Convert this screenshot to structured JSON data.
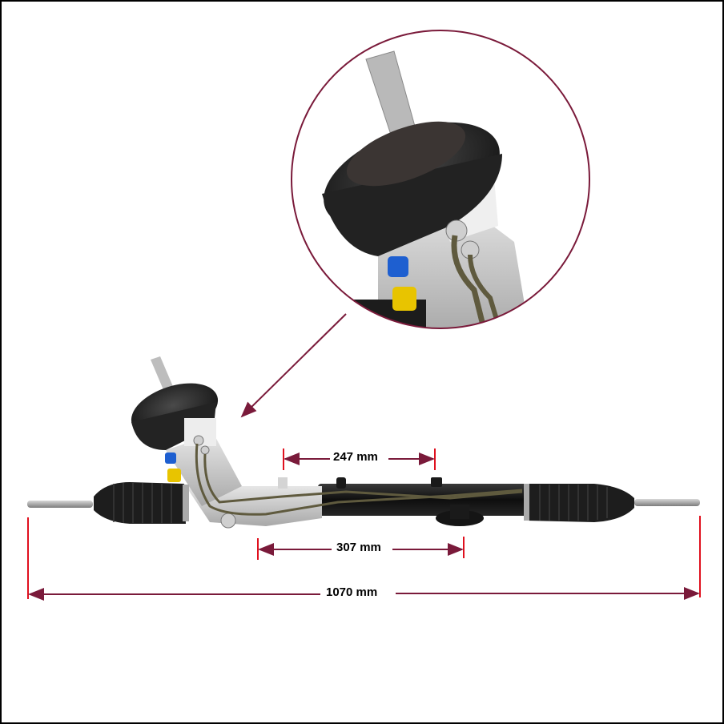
{
  "figure": {
    "subject": "power steering rack",
    "colors": {
      "dimension_line": "#7a1a3a",
      "extension_line": "#e0101e",
      "callout_circle": "#7a1a3a",
      "rubber_boot": "#1f1f1f",
      "aluminium_housing": "#c8c8c8",
      "steel_tube": "#141414",
      "hydraulic_line": "#5f5a3e",
      "blue_cap": "#1e5fd0",
      "yellow_cap": "#e8c400"
    }
  },
  "dimensions": {
    "d247": {
      "label": "247 mm",
      "value": 247,
      "unit": "mm"
    },
    "d307": {
      "label": "307 mm",
      "value": 307,
      "unit": "mm"
    },
    "d1070": {
      "label": "1070 mm",
      "value": 1070,
      "unit": "mm"
    }
  },
  "callout": {
    "description": "zoomed detail of pinion valve housing with input shaft, dust boot, blue and yellow port caps and hydraulic line fittings"
  }
}
